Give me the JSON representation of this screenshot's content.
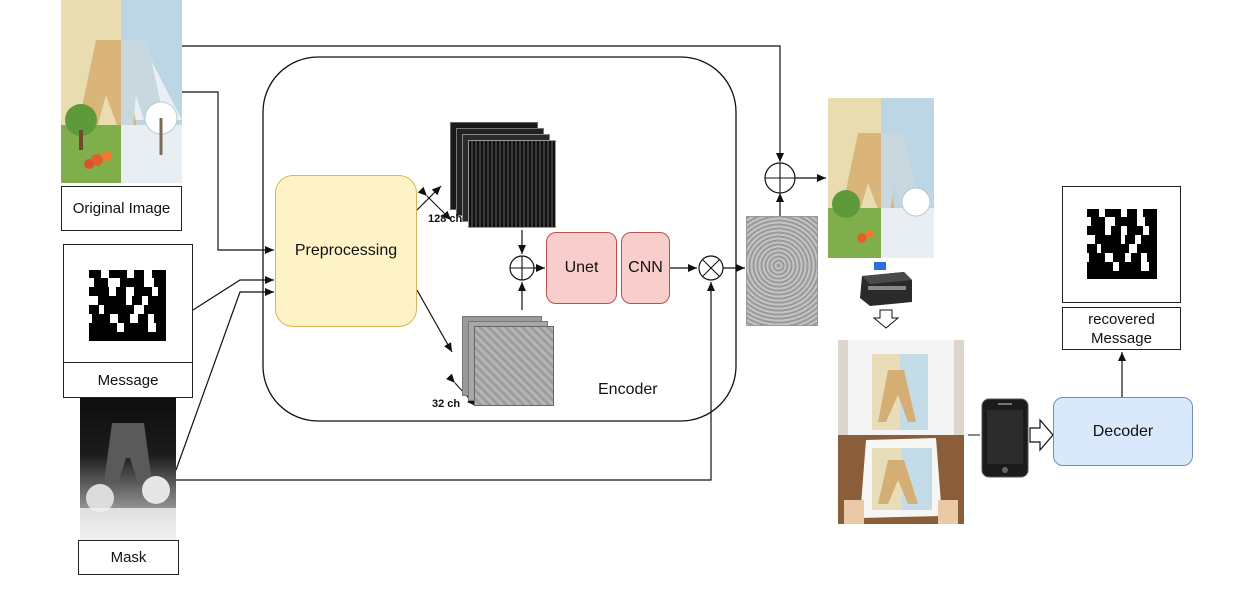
{
  "inputs": {
    "original_image_label": "Original Image",
    "message_label": "Message",
    "mask_label": "Mask"
  },
  "encoder": {
    "label": "Encoder",
    "preprocessing": "Preprocessing",
    "unet": "Unet",
    "cnn": "CNN",
    "channels_128": "128 ch",
    "channels_32": "32 ch"
  },
  "output": {
    "decoder": "Decoder",
    "recovered_message": "recovered\nMessage"
  },
  "colors": {
    "preprocessing_fill": "#fdf3c6",
    "preprocessing_border": "#d6b656",
    "unet_fill": "#f8cecc",
    "unet_border": "#b85450",
    "decoder_fill": "#dae8fc",
    "decoder_border": "#6c8ebf"
  }
}
